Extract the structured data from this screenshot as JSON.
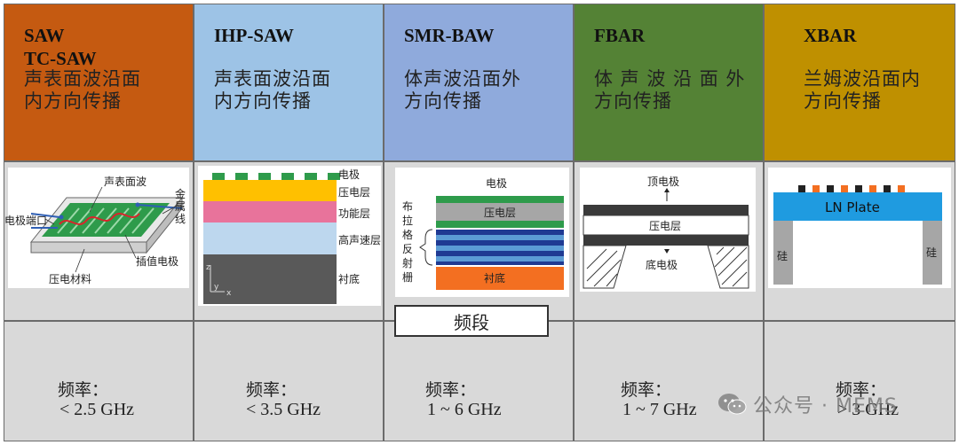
{
  "columns": [
    {
      "title": "SAW\nTC-SAW",
      "desc": "声表面波沿面\n内方向传播",
      "freq_label": "频率：",
      "freq_value": "< 2.5 GHz",
      "color": "#C55A11"
    },
    {
      "title": "IHP-SAW",
      "desc": "声表面波沿面\n内方向传播",
      "freq_label": "频率：",
      "freq_value": "< 3.5 GHz",
      "color": "#9DC3E6"
    },
    {
      "title": "SMR-BAW",
      "desc": "体声波沿面外\n方向传播",
      "freq_label": "频率：",
      "freq_value": "1 ~ 6 GHz",
      "color": "#8FAADC"
    },
    {
      "title": "FBAR",
      "desc": "体 声 波 沿 面 外\n方向传播",
      "freq_label": "频率：",
      "freq_value": "1 ~ 7 GHz",
      "color": "#548235"
    },
    {
      "title": "XBAR",
      "desc": "兰姆波沿面内\n方向传播",
      "freq_label": "频率：",
      "freq_value": "> 3 GHz",
      "color": "#BF9000"
    }
  ],
  "band_label": "频段",
  "saw_diagram": {
    "l1": "声表面波",
    "l2": "金",
    "l3": "属",
    "l4": "线",
    "l5": "电极端口",
    "l6": "插值电极",
    "l7": "压电材料"
  },
  "ihp_diagram": {
    "l1": "电极",
    "l2": "压电层",
    "l3": "功能层",
    "l4": "高声速层",
    "l5": "衬底",
    "axis_z": "z",
    "axis_y": "y",
    "axis_x": "x"
  },
  "smr_diagram": {
    "l1": "电极",
    "l2": "压电层",
    "l3": "衬底",
    "side": [
      "布",
      "拉",
      "格",
      "反",
      "射",
      "栅"
    ]
  },
  "fbar_diagram": {
    "l1": "顶电极",
    "l2": "压电层",
    "l3": "底电极"
  },
  "xbar_diagram": {
    "plate": "LN Plate",
    "left": "硅",
    "right": "硅"
  },
  "watermark": {
    "text": "公众号 · MEMS"
  }
}
